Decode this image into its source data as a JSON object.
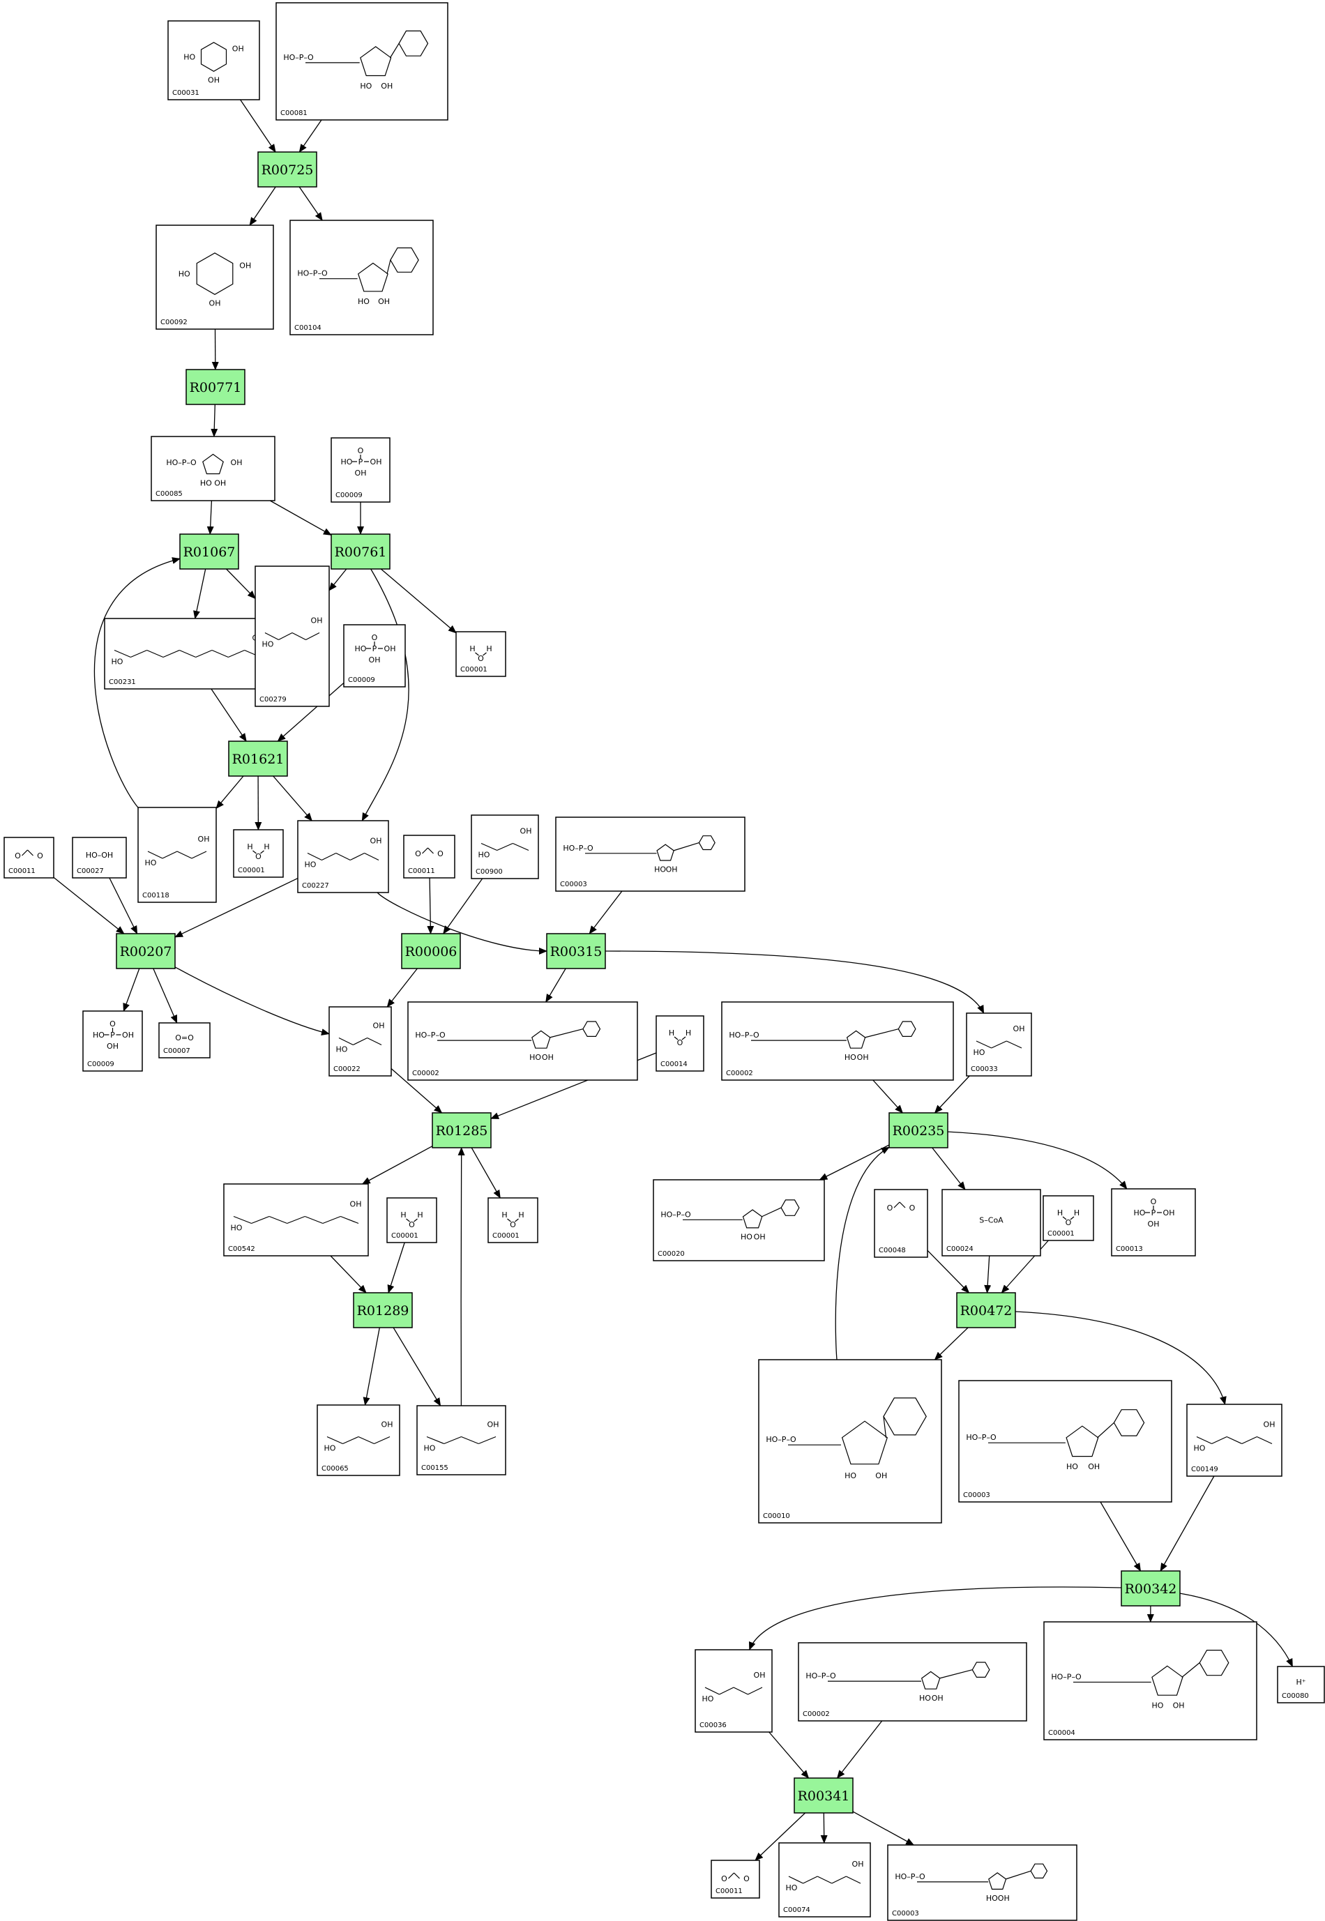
{
  "reactions": [
    {
      "id": "R00725",
      "label": "R00725"
    },
    {
      "id": "R00771",
      "label": "R00771"
    },
    {
      "id": "R01067",
      "label": "R01067"
    },
    {
      "id": "R00761",
      "label": "R00761"
    },
    {
      "id": "R01621",
      "label": "R01621"
    },
    {
      "id": "R00207",
      "label": "R00207"
    },
    {
      "id": "R00006",
      "label": "R00006"
    },
    {
      "id": "R00315",
      "label": "R00315"
    },
    {
      "id": "R01285",
      "label": "R01285"
    },
    {
      "id": "R00235",
      "label": "R00235"
    },
    {
      "id": "R01289",
      "label": "R01289"
    },
    {
      "id": "R00472",
      "label": "R00472"
    },
    {
      "id": "R00342",
      "label": "R00342"
    },
    {
      "id": "R00341",
      "label": "R00341"
    }
  ],
  "compounds": [
    {
      "key": "c00031_a",
      "id": "C00031",
      "formula": ""
    },
    {
      "key": "c00081_a",
      "id": "C00081",
      "formula": ""
    },
    {
      "key": "c00092_a",
      "id": "C00092",
      "formula": ""
    },
    {
      "key": "c00104_a",
      "id": "C00104",
      "formula": ""
    },
    {
      "key": "c00085_a",
      "id": "C00085",
      "formula": ""
    },
    {
      "key": "c00009_a",
      "id": "C00009",
      "formula": ""
    },
    {
      "key": "c00231_a",
      "id": "C00231",
      "formula": ""
    },
    {
      "key": "c00279_a",
      "id": "C00279",
      "formula": ""
    },
    {
      "key": "c00009_b",
      "id": "C00009",
      "formula": ""
    },
    {
      "key": "c00001_a",
      "id": "C00001",
      "formula": ""
    },
    {
      "key": "c00118_a",
      "id": "C00118",
      "formula": ""
    },
    {
      "key": "c00001_b",
      "id": "C00001",
      "formula": ""
    },
    {
      "key": "c00227_a",
      "id": "C00227",
      "formula": ""
    },
    {
      "key": "c00011_a",
      "id": "C00011",
      "formula": ""
    },
    {
      "key": "c00027_a",
      "id": "C00027",
      "formula": "HO–OH"
    },
    {
      "key": "c00011_b",
      "id": "C00011",
      "formula": ""
    },
    {
      "key": "c00900_a",
      "id": "C00900",
      "formula": ""
    },
    {
      "key": "c00003_a",
      "id": "C00003",
      "formula": ""
    },
    {
      "key": "c00009_c",
      "id": "C00009",
      "formula": ""
    },
    {
      "key": "c00007_a",
      "id": "C00007",
      "formula": "O=O"
    },
    {
      "key": "c00022_a",
      "id": "C00022",
      "formula": ""
    },
    {
      "key": "c00002_a",
      "id": "C00002",
      "formula": ""
    },
    {
      "key": "c00014_a",
      "id": "C00014",
      "formula": ""
    },
    {
      "key": "c00002_b",
      "id": "C00002",
      "formula": ""
    },
    {
      "key": "c00033_a",
      "id": "C00033",
      "formula": ""
    },
    {
      "key": "c00542_a",
      "id": "C00542",
      "formula": ""
    },
    {
      "key": "c00001_c",
      "id": "C00001",
      "formula": ""
    },
    {
      "key": "c00001_d",
      "id": "C00001",
      "formula": ""
    },
    {
      "key": "c00020_a",
      "id": "C00020",
      "formula": ""
    },
    {
      "key": "c00048_a",
      "id": "C00048",
      "formula": ""
    },
    {
      "key": "c00024_a",
      "id": "C00024",
      "formula": "S–CoA"
    },
    {
      "key": "c00001_e",
      "id": "C00001",
      "formula": ""
    },
    {
      "key": "c00013_a",
      "id": "C00013",
      "formula": ""
    },
    {
      "key": "c00065_a",
      "id": "C00065",
      "formula": ""
    },
    {
      "key": "c00155_a",
      "id": "C00155",
      "formula": ""
    },
    {
      "key": "c00010_a",
      "id": "C00010",
      "formula": ""
    },
    {
      "key": "c00003_b",
      "id": "C00003",
      "formula": ""
    },
    {
      "key": "c00149_a",
      "id": "C00149",
      "formula": ""
    },
    {
      "key": "c00036_a",
      "id": "C00036",
      "formula": ""
    },
    {
      "key": "c00002_c",
      "id": "C00002",
      "formula": ""
    },
    {
      "key": "c00004_a",
      "id": "C00004",
      "formula": ""
    },
    {
      "key": "c00080_a",
      "id": "C00080",
      "formula": "H⁺"
    },
    {
      "key": "c00011_c",
      "id": "C00011",
      "formula": ""
    },
    {
      "key": "c00074_a",
      "id": "C00074",
      "formula": ""
    },
    {
      "key": "c00003_c",
      "id": "C00003",
      "formula": ""
    }
  ],
  "edges": [
    [
      "c00031_a",
      "R00725"
    ],
    [
      "c00081_a",
      "R00725"
    ],
    [
      "R00725",
      "c00092_a"
    ],
    [
      "R00725",
      "c00104_a"
    ],
    [
      "c00092_a",
      "R00771"
    ],
    [
      "R00771",
      "c00085_a"
    ],
    [
      "c00085_a",
      "R01067"
    ],
    [
      "c00085_a",
      "R00761"
    ],
    [
      "c00009_a",
      "R00761"
    ],
    [
      "R01067",
      "c00231_a"
    ],
    [
      "R01067",
      "c00279_a"
    ],
    [
      "R00761",
      "c00279_a"
    ],
    [
      "R00761",
      "c00001_a"
    ],
    [
      "R00761",
      "c00227_a"
    ],
    [
      "c00231_a",
      "R01621"
    ],
    [
      "c00009_b",
      "R01621"
    ],
    [
      "R01621",
      "c00118_a"
    ],
    [
      "R01621",
      "c00001_b"
    ],
    [
      "R01621",
      "c00227_a"
    ],
    [
      "c00118_a",
      "R01067"
    ],
    [
      "c00011_a",
      "R00207"
    ],
    [
      "c00027_a",
      "R00207"
    ],
    [
      "c00227_a",
      "R00207"
    ],
    [
      "c00011_b",
      "R00006"
    ],
    [
      "c00900_a",
      "R00006"
    ],
    [
      "c00227_a",
      "R00315"
    ],
    [
      "c00003_a",
      "R00315"
    ],
    [
      "R00207",
      "c00009_c"
    ],
    [
      "R00207",
      "c00007_a"
    ],
    [
      "R00207",
      "c00022_a"
    ],
    [
      "R00006",
      "c00022_a"
    ],
    [
      "R00315",
      "c00002_a"
    ],
    [
      "R00315",
      "c00033_a"
    ],
    [
      "c00022_a",
      "R01285"
    ],
    [
      "c00014_a",
      "R01285"
    ],
    [
      "c00002_b",
      "R00235"
    ],
    [
      "c00033_a",
      "R00235"
    ],
    [
      "R01285",
      "c00542_a"
    ],
    [
      "R01285",
      "c00001_d"
    ],
    [
      "c00542_a",
      "R01289"
    ],
    [
      "c00001_c",
      "R01289"
    ],
    [
      "R01289",
      "c00065_a"
    ],
    [
      "R01289",
      "c00155_a"
    ],
    [
      "c00155_a",
      "R01285"
    ],
    [
      "R00235",
      "c00020_a"
    ],
    [
      "R00235",
      "c00024_a"
    ],
    [
      "R00235",
      "c00013_a"
    ],
    [
      "c00048_a",
      "R00472"
    ],
    [
      "c00024_a",
      "R00472"
    ],
    [
      "c00001_e",
      "R00472"
    ],
    [
      "R00472",
      "c00010_a"
    ],
    [
      "R00472",
      "c00149_a"
    ],
    [
      "c00010_a",
      "R00235"
    ],
    [
      "c00003_b",
      "R00342"
    ],
    [
      "c00149_a",
      "R00342"
    ],
    [
      "R00342",
      "c00036_a"
    ],
    [
      "R00342",
      "c00004_a"
    ],
    [
      "R00342",
      "c00080_a"
    ],
    [
      "c00036_a",
      "R00341"
    ],
    [
      "c00002_c",
      "R00341"
    ],
    [
      "R00341",
      "c00011_c"
    ],
    [
      "R00341",
      "c00074_a"
    ],
    [
      "R00341",
      "c00003_c"
    ]
  ]
}
